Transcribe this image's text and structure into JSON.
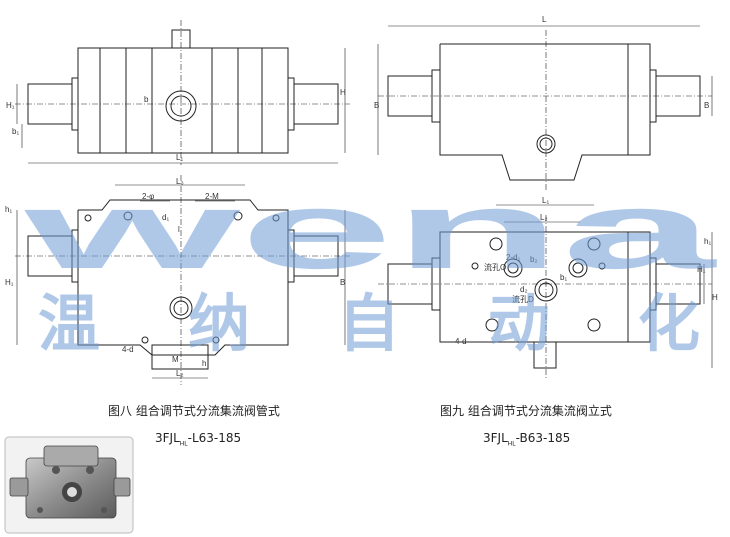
{
  "figure8": {
    "caption": "图八  组合调节式分流集流阀管式",
    "model_prefix": "3FJL",
    "model_sub": "HL",
    "model_suffix": "-L63-185",
    "dims": {
      "L": "L",
      "L1": "L₁",
      "L2": "L₂",
      "L3": "L₃",
      "H": "H",
      "H1": "H₁",
      "h": "h",
      "h1": "h₁",
      "b": "b",
      "b1": "b₁",
      "B": "B",
      "two_phi": "2-φ",
      "two_M": "2-M",
      "four_d": "4-d",
      "M": "M",
      "d1": "d₁",
      "l": "l"
    }
  },
  "figure9": {
    "caption": "图九  组合调节式分流集流阀立式",
    "model_prefix": "3FJL",
    "model_sub": "HL",
    "model_suffix": "-B63-185",
    "dims": {
      "L": "L",
      "L1": "L₁",
      "L2": "L₂",
      "B": "B",
      "H": "H",
      "H1": "H₁",
      "h1": "h₁",
      "b1": "b₁",
      "b2": "b₂",
      "two_d1": "2-d₁",
      "four_d": "4-d",
      "d2": "d₂",
      "port_O": "流孔O",
      "port_D": "流孔D"
    }
  },
  "watermark": {
    "brand": "wena",
    "chinese": [
      "温",
      "纳",
      "自",
      "动",
      "化"
    ]
  }
}
